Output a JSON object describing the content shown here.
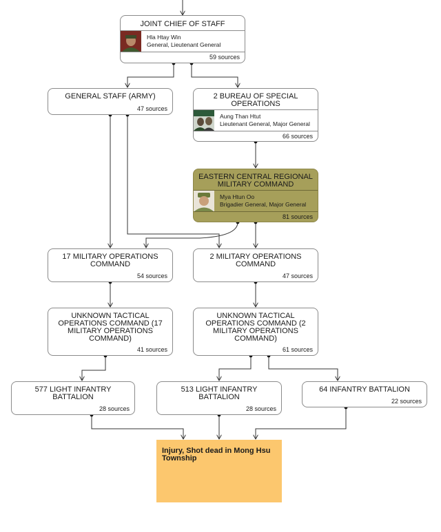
{
  "nodes": {
    "jcs": {
      "title": "JOINT CHIEF OF STAFF",
      "person_name": "Hla Htay Win",
      "person_rank": "General, Lieutenant General",
      "sources": "59 sources"
    },
    "gs": {
      "title": "GENERAL STAFF (ARMY)",
      "sources": "47 sources"
    },
    "bso": {
      "title": "2 BUREAU OF SPECIAL\nOPERATIONS",
      "person_name": "Aung Than Htut",
      "person_rank": "Lieutenant General, Major General",
      "sources": "66 sources"
    },
    "ecrmc": {
      "title": "EASTERN CENTRAL REGIONAL\nMILITARY COMMAND",
      "person_name": "Mya Htun Oo",
      "person_rank": "Brigadier General, Major General",
      "sources": "81 sources"
    },
    "moc17": {
      "title": "17 MILITARY OPERATIONS\nCOMMAND",
      "sources": "54 sources"
    },
    "moc2": {
      "title": "2 MILITARY OPERATIONS\nCOMMAND",
      "sources": "47 sources"
    },
    "toc17": {
      "title": "UNKNOWN TACTICAL\nOPERATIONS COMMAND (17\nMILITARY OPERATIONS\nCOMMAND)",
      "sources": "41 sources"
    },
    "toc2": {
      "title": "UNKNOWN TACTICAL\nOPERATIONS COMMAND (2\nMILITARY OPERATIONS\nCOMMAND)",
      "sources": "61 sources"
    },
    "lib577": {
      "title": "577 LIGHT INFANTRY\nBATTALION",
      "sources": "28 sources"
    },
    "lib513": {
      "title": "513 LIGHT INFANTRY\nBATTALION",
      "sources": "28 sources"
    },
    "ib64": {
      "title": "64 INFANTRY BATTALION",
      "sources": "22 sources"
    }
  },
  "outcome": {
    "text": "Injury, Shot dead in Mong Hsu Township"
  },
  "colors": {
    "highlight_node": "#a69f5a",
    "outcome_box": "#fcc76e",
    "connector": "#333333",
    "node_border": "#8a8a8a"
  }
}
